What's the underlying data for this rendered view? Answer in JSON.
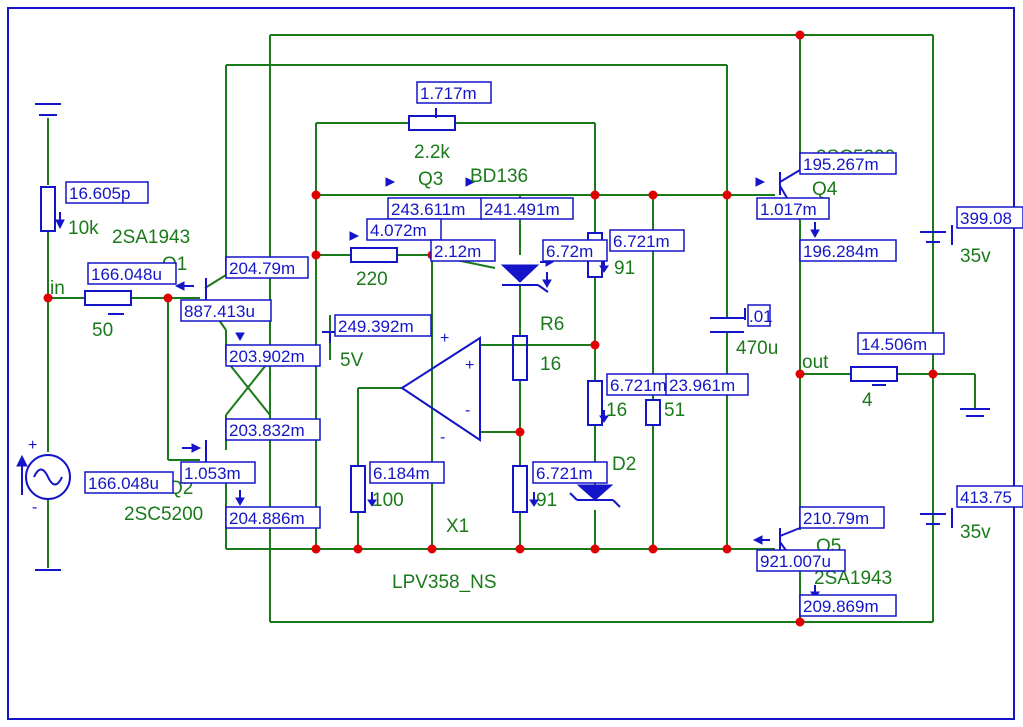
{
  "labels": {
    "in": "in",
    "out": "out",
    "r_in_value": "50",
    "r_top_value": "10k",
    "q1_type": "2SA1943",
    "q1_name": "Q1",
    "q2_name": "Q2",
    "q2_type": "2SC5200",
    "r_fb_value": "2.2k",
    "q3_name": "Q3",
    "q3_type": "BD136",
    "q4_type": "2SC5200",
    "q4_name": "Q4",
    "q5_name": "Q5",
    "q5_type": "2SA1943",
    "r220_value": "220",
    "zener_5v": "5V",
    "r6_name": "R6",
    "r6_value": "16",
    "r91_top_value": "91",
    "r16_value": "16",
    "r51_value": "51",
    "c470_value": "470u",
    "r100_value": "100",
    "r91_bot_value": "91",
    "d2_name": "D2",
    "x1_name": "X1",
    "opamp_part": "LPV358_NS",
    "r_out_value": "4",
    "vtop_value": "35v",
    "vbot_value": "35v"
  },
  "probes": {
    "r10k_current": "16.605p",
    "q1_base": "166.048u",
    "q2_base": "166.048u",
    "q1_emitter": "204.79m",
    "q1_b": "887.413u",
    "q1_collector": "203.902m",
    "q2_collector": "203.832m",
    "q2_b": "1.053m",
    "q2_emitter": "204.886m",
    "r_fb": "1.717m",
    "q3_emitter": "243.611m",
    "q3_collector": "241.491m",
    "r220": "4.072m",
    "zener_5v": "249.392m",
    "q3_base": "2.12m",
    "r91_top_a": "6.72m",
    "r91_top_b": "6.721m",
    "r16": "6.721m",
    "r51": "23.961m",
    "c470": ".01",
    "r100": "6.184m",
    "d2": "6.721m",
    "q4_collector": "195.267m",
    "q4_base": "1.017m",
    "q4_emitter": "196.284m",
    "q5_collector": "210.79m",
    "q5_base": "921.007u",
    "q5_emitter": "209.869m",
    "r_out": "14.506m",
    "vtop": "399.08",
    "vbot": "413.75"
  },
  "opamp_signs": {
    "plus_in": "+",
    "minus_in": "-",
    "plus_supply": "+",
    "minus_supply": "-"
  },
  "source_signs": {
    "plus": "+",
    "minus": "-"
  },
  "colors": {
    "wire": "#1a7a1a",
    "component": "#1414c8",
    "node": "#e00000",
    "border": "#1414c8"
  }
}
